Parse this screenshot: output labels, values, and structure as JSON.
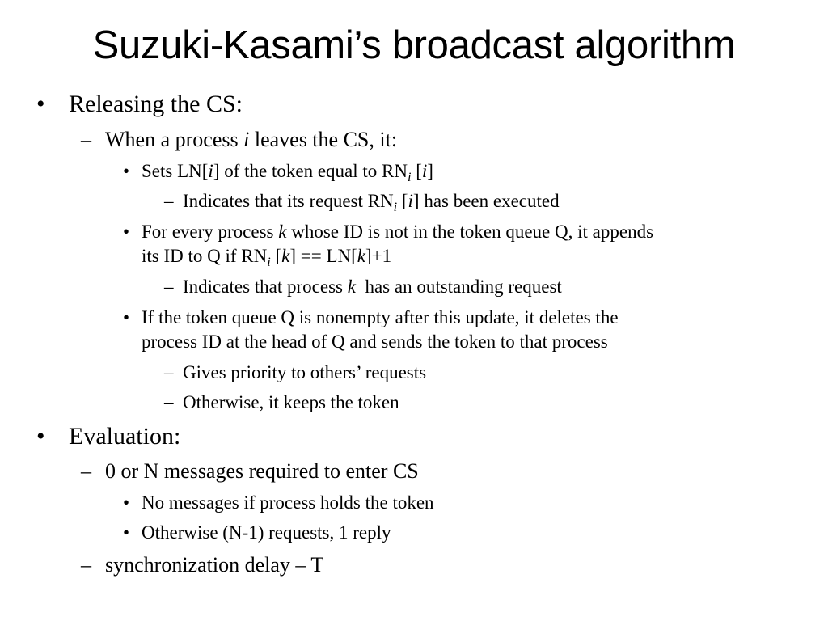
{
  "slide": {
    "title": "Suzuki-Kasami’s broadcast algorithm",
    "markers": {
      "bullet": "•",
      "dash": "–"
    },
    "items": {
      "releasing": {
        "text": "Releasing the CS:"
      },
      "when_leaves": {
        "pre": "When a process ",
        "var": "i",
        "post": " leaves the CS, it:"
      },
      "sets_ln": {
        "p1": "Sets LN[",
        "v1": "i",
        "p2": "] of the token equal to RN",
        "sub1": "i",
        "p3": " [",
        "v2": "i",
        "p4": "]"
      },
      "indicates_executed": {
        "p1": "Indicates that its request RN",
        "sub1": "i",
        "p2": " [",
        "v1": "i",
        "p3": "] has been executed"
      },
      "for_every": {
        "line1_pre": "For every process ",
        "line1_var": "k",
        "line1_post": " whose ID is not in the token queue Q, it appends",
        "line2_p1": "its ID to Q if RN",
        "line2_sub": "i",
        "line2_p2": " [",
        "line2_v1": "k",
        "line2_p3": "] == LN[",
        "line2_v2": "k",
        "line2_p4": "]+1"
      },
      "outstanding": {
        "pre": "Indicates that process ",
        "var": "k",
        "post": "  has an outstanding request"
      },
      "if_nonempty": {
        "line1": "If the token queue Q is nonempty after this update, it deletes the",
        "line2": "process ID at the head of Q and sends the token to that process"
      },
      "priority": {
        "text": "Gives priority to others’ requests"
      },
      "keeps": {
        "text": "Otherwise, it keeps the token"
      },
      "evaluation": {
        "text": "Evaluation:"
      },
      "messages_required": {
        "text": "0 or N messages required to enter CS"
      },
      "no_messages": {
        "text": "No messages if process holds the token"
      },
      "otherwise_requests": {
        "text": "Otherwise (N-1) requests, 1 reply"
      },
      "sync_delay": {
        "text": "synchronization delay – T"
      }
    }
  }
}
